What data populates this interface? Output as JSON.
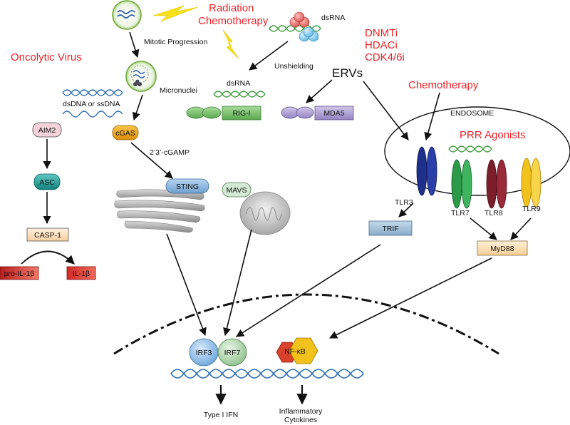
{
  "labels": {
    "oncolytic_virus": "Oncolytic Virus",
    "radiation": "Radiation",
    "chemotherapy_top": "Chemotherapy",
    "dnmti": "DNMTi",
    "hdaci": "HDACi",
    "cdk": "CDK4/6i",
    "chemotherapy_right": "Chemotherapy",
    "prr_agonists": "PRR Agonists",
    "mitotic_progression": "Mitotic Progression",
    "micronuclei": "Micronuclei",
    "dsdna": "dsDNA or ssDNA",
    "dsrna_top": "dsRNA",
    "dsrna_mid": "dsRNA",
    "unshielding": "Unshielding",
    "ervs": "ERVs",
    "endosome": "ENDOSOME",
    "cgamp": "2’3’-cGAMP",
    "type1_ifn": "Type I IFN",
    "inflammatory": "Inflammatory",
    "cytokines": "Cytokines"
  },
  "nodes": {
    "aim2": "AIM2",
    "asc": "ASC",
    "casp1": "CASP-1",
    "pro_il1b": "pro-IL-1β",
    "il1b": "IL-1β",
    "cgas": "cGAS",
    "sting": "STING",
    "mavs": "MAVS",
    "rigi": "RIG-I",
    "mda5": "MDA5",
    "trif": "TRIF",
    "myd88": "MyD88",
    "irf3": "IRF3",
    "irf7": "IRF7",
    "nfkb": "NF-κB"
  },
  "receptors": {
    "tlr3": "TLR3",
    "tlr7": "TLR7",
    "tlr8": "TLR8",
    "tlr9": "TLR9"
  },
  "colors": {
    "stimulus_red": "#e8242a",
    "aim2_pink": "#f3d3d9",
    "asc_teal": "#1f9c9a",
    "casp1_peach": "#fbe2c6",
    "cgas_orange": "#f2a81c",
    "sting_blue": "#8db8e2",
    "mavs_mint": "#d4ead4",
    "rigi_green": "#7cc46f",
    "mda5_purple": "#b7a8d6",
    "trif_blue": "#a9c6dd",
    "myd88_peach": "#fbe0b8",
    "irf3_blue": "#9ec7ec",
    "irf7_green": "#b9dcb7",
    "tlr3_navy": "#1f2f8c",
    "tlr7_green": "#2c9a4a",
    "tlr8_maroon": "#7b1e2a",
    "tlr9_yellow": "#f2c21c"
  }
}
